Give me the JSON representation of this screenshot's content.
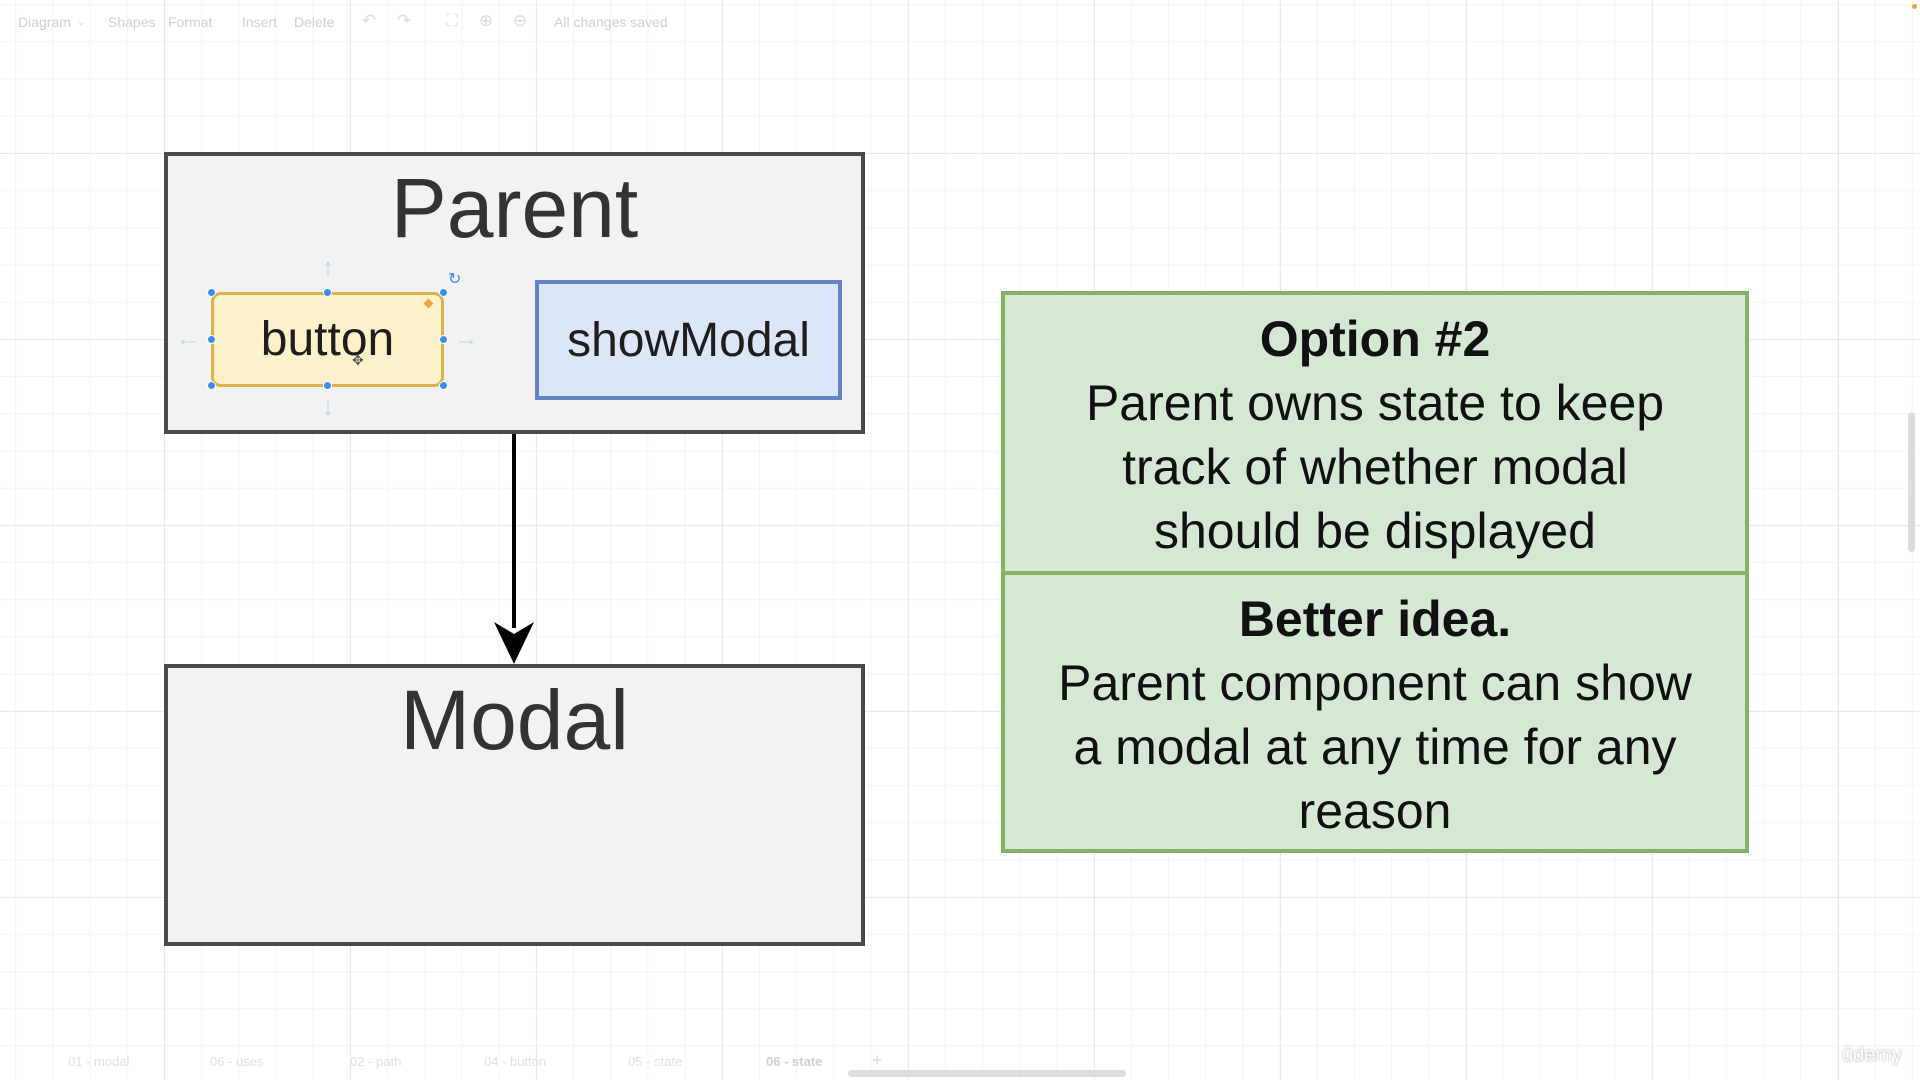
{
  "toolbar": {
    "diagram_label": "Diagram",
    "shapes_label": "Shapes",
    "format_label": "Format",
    "insert_label": "Insert",
    "delete_label": "Delete",
    "status": "All changes saved"
  },
  "diagram": {
    "parent_title": "Parent",
    "button_label": "button",
    "show_modal_label": "showModal",
    "modal_title": "Modal"
  },
  "option": {
    "heading": "Option #2",
    "description_lines": [
      "Parent owns state to keep",
      "track of whether modal",
      "should be displayed"
    ],
    "verdict": "Better idea.",
    "reason_lines": [
      "Parent component can show",
      "a modal at any time for any",
      "reason"
    ]
  },
  "page_tabs": [
    "01 - modal",
    "06 - uses",
    "02 - path",
    "04 - button",
    "05 - state",
    "06 - state"
  ],
  "active_tab": "06 - state",
  "watermark": "ûdemy",
  "colors": {
    "parent_fill": "#f2f2f2",
    "button_fill": "#fcf1c9",
    "button_border": "#d8b24b",
    "show_modal_fill": "#dbe6f8",
    "show_modal_border": "#6384c2",
    "option_fill": "#d5e8d4",
    "option_border": "#82b366",
    "selection_handle": "#3d8bf0"
  }
}
